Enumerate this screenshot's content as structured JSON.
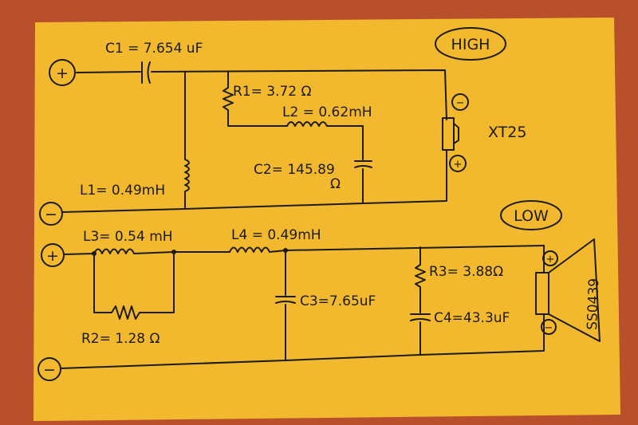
{
  "colors": {
    "table": "#b8502c",
    "card": "#f2b92f",
    "ink": "#1e1a14"
  },
  "high": {
    "badge": "HIGH",
    "c1": "C1 = 7.654 uF",
    "r1": "R1= 3.72 Ω",
    "l2": "L2 = 0.62mH",
    "c2": "C2= 145.89",
    "c2_unit": "Ω",
    "l1": "L1= 0.49mH",
    "driver": "XT25",
    "plus": "+",
    "minus": "−"
  },
  "low": {
    "badge": "LOW",
    "l3": "L3= 0.54 mH",
    "l4": "L4 = 0.49mH",
    "r2": "R2= 1.28 Ω",
    "c3": "C3=7.65uF",
    "r3": "R3= 3.88Ω",
    "c4": "C4=43.3uF",
    "driver": "SS0439",
    "plus": "+",
    "minus": "−"
  }
}
